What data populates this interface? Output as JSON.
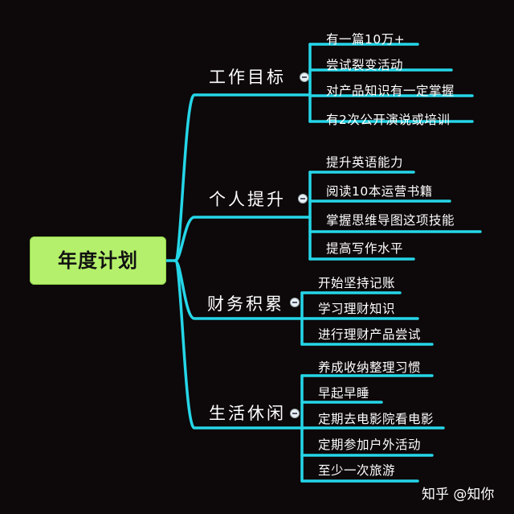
{
  "root": {
    "label": "年度计划"
  },
  "branches": [
    {
      "label": "工作目标",
      "items": [
        "有一篇10万+",
        "尝试裂变活动",
        "对产品知识有一定掌握",
        "有2次公开演说或培训"
      ]
    },
    {
      "label": "个人提升",
      "items": [
        "提升英语能力",
        "阅读10本运营书籍",
        "掌握思维导图这项技能",
        "提高写作水平"
      ]
    },
    {
      "label": "财务积累",
      "items": [
        "开始坚持记账",
        "学习理财知识",
        "进行理财产品尝试"
      ]
    },
    {
      "label": "生活休闲",
      "items": [
        "养成收纳整理习惯",
        "早起早睡",
        "定期去电影院看电影",
        "定期参加户外活动",
        "至少一次旅游"
      ]
    }
  ],
  "watermark": "知乎 @知你",
  "colors": {
    "line": "#25d6e8",
    "root_fill": "#b4f06b",
    "background": "#0d0809",
    "text": "#ffffff"
  }
}
